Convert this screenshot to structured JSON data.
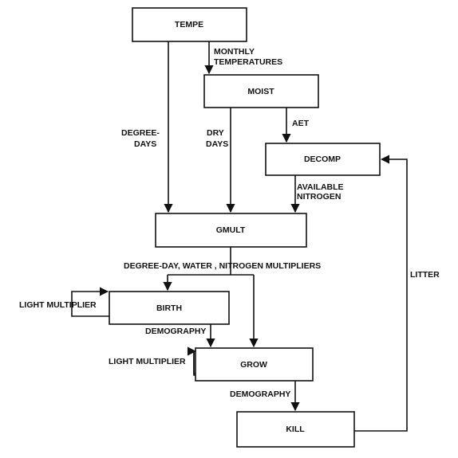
{
  "boxes": {
    "tempe": "TEMPE",
    "moist": "MOIST",
    "decomp": "DECOMP",
    "gmult": "GMULT",
    "birth": "BIRTH",
    "grow": "GROW",
    "kill": "KILL"
  },
  "labels": {
    "monthly_temperatures": [
      "MONTHLY",
      "TEMPERATURES"
    ],
    "degree_days": [
      "DEGREE-",
      "DAYS"
    ],
    "dry_days": [
      "DRY",
      "DAYS"
    ],
    "aet": "AET",
    "available_nitrogen": [
      "AVAILABLE",
      "NITROGEN"
    ],
    "multipliers": "DEGREE-DAY, WATER , NITROGEN MULTIPLIERS",
    "light_multiplier_birth": "LIGHT MULTIPLIER",
    "demography_birth": "DEMOGRAPHY",
    "light_multiplier_grow": "LIGHT MULTIPLIER",
    "demography_grow": "DEMOGRAPHY",
    "litter": "LITTER"
  },
  "colors": {
    "ink": "#111111",
    "background": "#ffffff"
  }
}
